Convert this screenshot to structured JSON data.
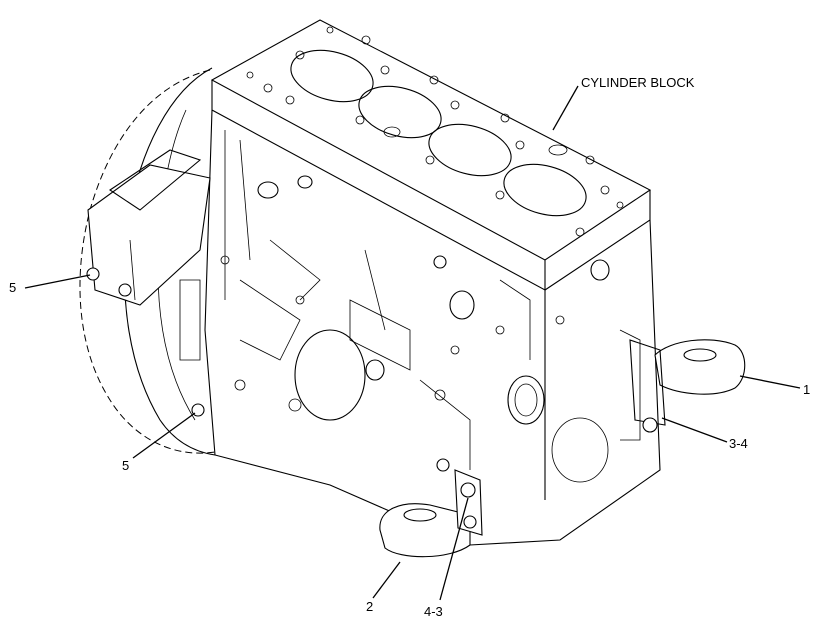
{
  "diagram": {
    "callouts": {
      "cylinder_block": "CYLINDER BLOCK",
      "part_1": "1",
      "part_2": "2",
      "part_3_4": "3-4",
      "part_4_3": "4-3",
      "part_5_upper": "5",
      "part_5_lower": "5"
    }
  }
}
